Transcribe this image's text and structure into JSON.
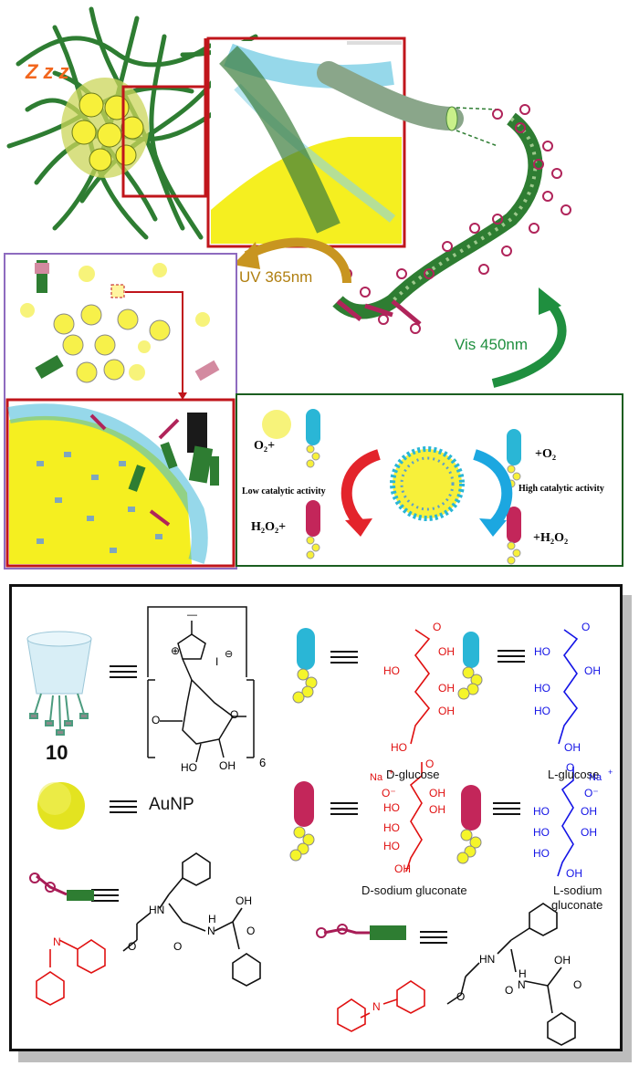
{
  "top": {
    "sleep_text": "Z z z",
    "uv_label": "UV 365nm",
    "vis_label": "Vis 450nm"
  },
  "catalysis_panel": {
    "o2_left": "O₂+",
    "low_activity": "Low catalytic activity",
    "h2o2_left": "H₂O₂+",
    "o2_right": "+O₂",
    "high_activity": "High catalytic activity",
    "h2o2_right": "+H₂O₂"
  },
  "legend": {
    "compound_number": "10",
    "cd_ring": {
      "methyl": "—",
      "plus": "⊕",
      "iodide": "I",
      "minus": "⊖",
      "ring_o": "O",
      "o_left": "O",
      "ho_1": "HO",
      "oh_1": "OH",
      "subscript": "6"
    },
    "aunp_label": "AuNP",
    "d_glucose": {
      "name": "D-glucose",
      "groups": [
        "O",
        "OH",
        "HO",
        "OH",
        "OH",
        "HO"
      ]
    },
    "l_glucose": {
      "name": "L-glucose",
      "groups": [
        "O",
        "HO",
        "OH",
        "HO",
        "HO",
        "OH"
      ]
    },
    "d_gluconate": {
      "name": "D-sodium gluconate",
      "na": "Na",
      "na_charge": "+",
      "groups": [
        "O",
        "O⁻",
        "HO",
        "OH",
        "HO",
        "OH",
        "HO",
        "OH"
      ]
    },
    "l_gluconate": {
      "name_line1": "L-sodium",
      "name_line2": "gluconate",
      "na": "Na",
      "na_charge": "+",
      "groups": [
        "O",
        "O⁻",
        "HO",
        "OH",
        "HO",
        "OH",
        "HO",
        "OH"
      ]
    },
    "peptide_left": {
      "n1": "N",
      "n2": "N",
      "hn": "HN",
      "o1": "O",
      "o2": "O",
      "oh": "OH",
      "h": "H",
      "o3": "O"
    },
    "peptide_right": {
      "n1": "N",
      "n2": "N",
      "hn": "HN",
      "o1": "O",
      "o2": "O",
      "oh": "OH",
      "h": "H",
      "o3": "O"
    }
  },
  "colors": {
    "red": "#e01010",
    "blue": "#1414e6",
    "green_fiber": "#2e7d32",
    "magenta": "#b0245a",
    "gold": "#f7f03a",
    "cyan": "#2ab6d6",
    "purple_border": "#8e6bbf",
    "dark_green_border": "#1b5e20",
    "red_border": "#c0151b"
  }
}
